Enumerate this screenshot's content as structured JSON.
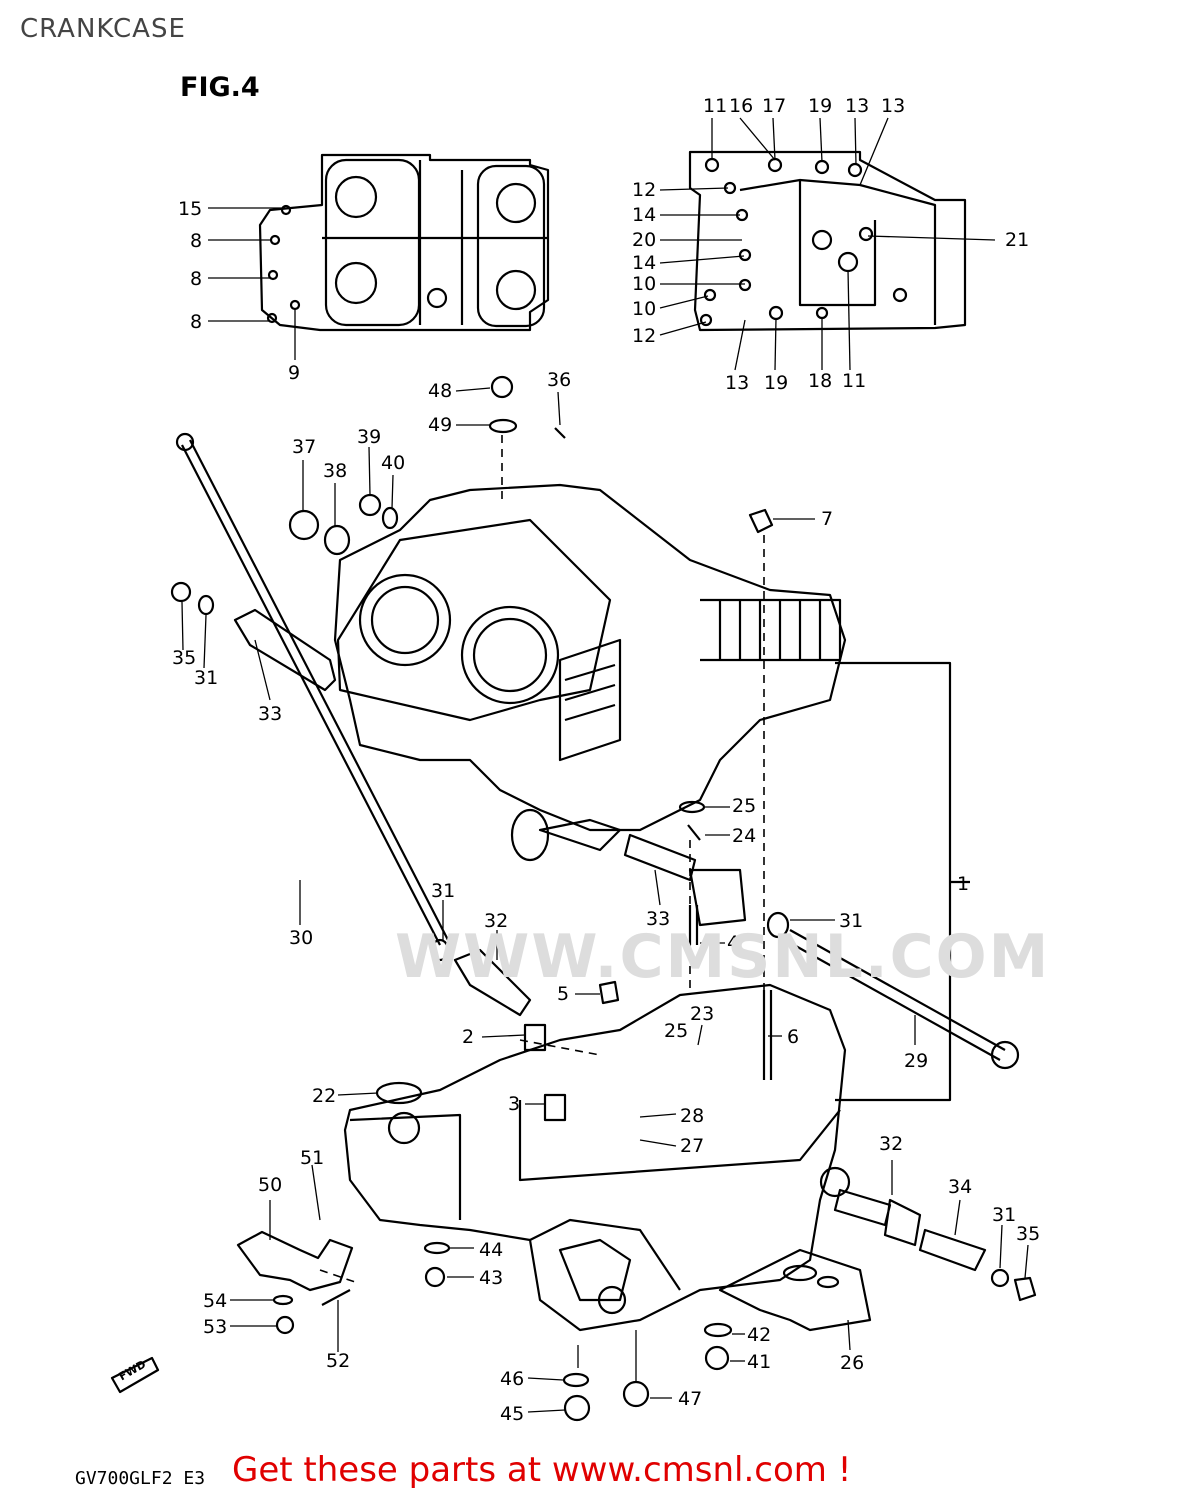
{
  "page": {
    "title": "CRANKCASE",
    "figure": "FIG.4",
    "model": "GV700GLF2  E3",
    "footer": "Get these parts at www.cmsnl.com !"
  },
  "watermark": "WWW.CMSNL.COM",
  "fwd_label": "FWD",
  "callouts": [
    "1",
    "2",
    "3",
    "4",
    "5",
    "6",
    "7",
    "8",
    "8",
    "8",
    "9",
    "10",
    "10",
    "11",
    "11",
    "12",
    "12",
    "13",
    "13",
    "13",
    "14",
    "14",
    "15",
    "16",
    "17",
    "18",
    "19",
    "19",
    "20",
    "21",
    "22",
    "23",
    "24",
    "25",
    "25",
    "26",
    "27",
    "28",
    "29",
    "30",
    "31",
    "31",
    "31",
    "31",
    "32",
    "32",
    "33",
    "33",
    "34",
    "35",
    "35",
    "36",
    "37",
    "38",
    "39",
    "40",
    "41",
    "42",
    "43",
    "44",
    "45",
    "46",
    "47",
    "48",
    "49",
    "50",
    "51",
    "52",
    "53",
    "54"
  ]
}
